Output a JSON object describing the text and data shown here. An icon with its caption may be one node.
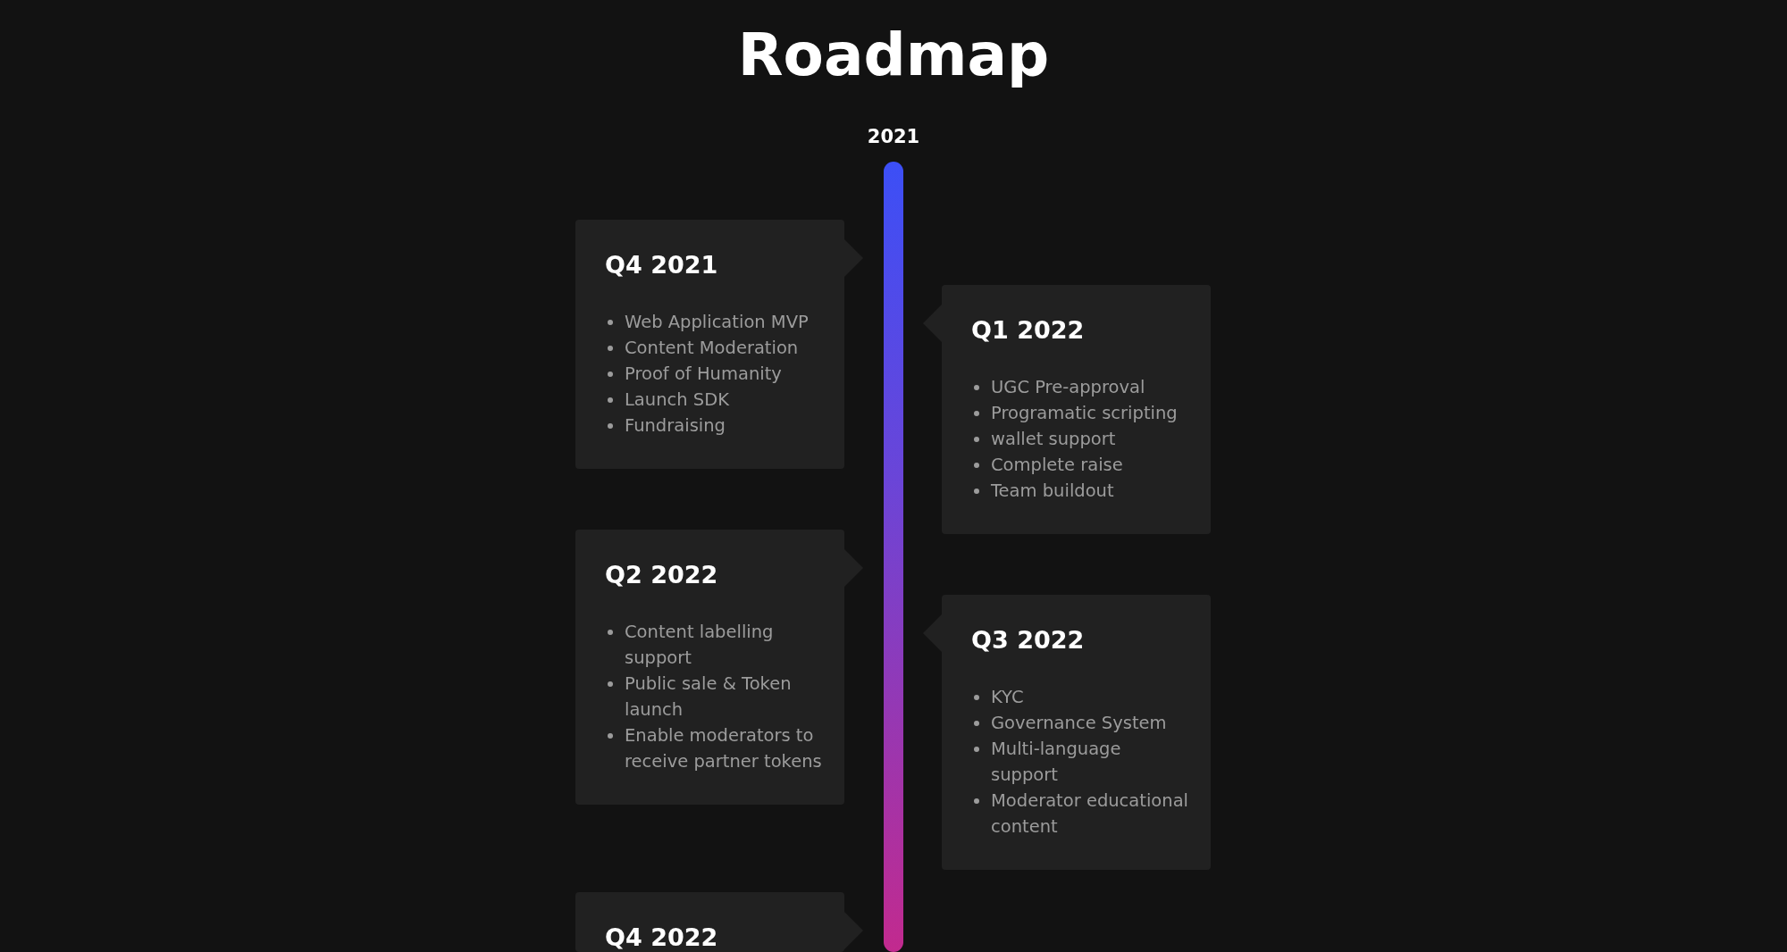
{
  "diagram": {
    "title": "Roadmap",
    "nodes": [
      {
        "text": [
          "Q4 2021",
          "Web Application MVP",
          "Content Moderation",
          "Proof of Humanity",
          "Launch SDK",
          "Fundraising"
        ]
      },
      {
        "text": [
          "Q1 2022",
          "UGC Pre-approval",
          "Programatic scripting",
          "wallet support",
          "Complete raise",
          "Team buildout"
        ]
      },
      {
        "text": [
          "Q2 2022",
          "Content labelling support",
          "Public sale & Token launch",
          "Enable moderators to receive partner tokens"
        ]
      },
      {
        "text": [
          "Q3 2022",
          "KYC",
          "Governance System",
          "Multi-language support",
          "Moderator educational content"
        ]
      },
      {
        "text": [
          "Q4 2022"
        ]
      },
      {
        "text": [],
        "shape": "bar"
      }
    ],
    "edges": [],
    "labels": [
      "2021"
    ]
  }
}
